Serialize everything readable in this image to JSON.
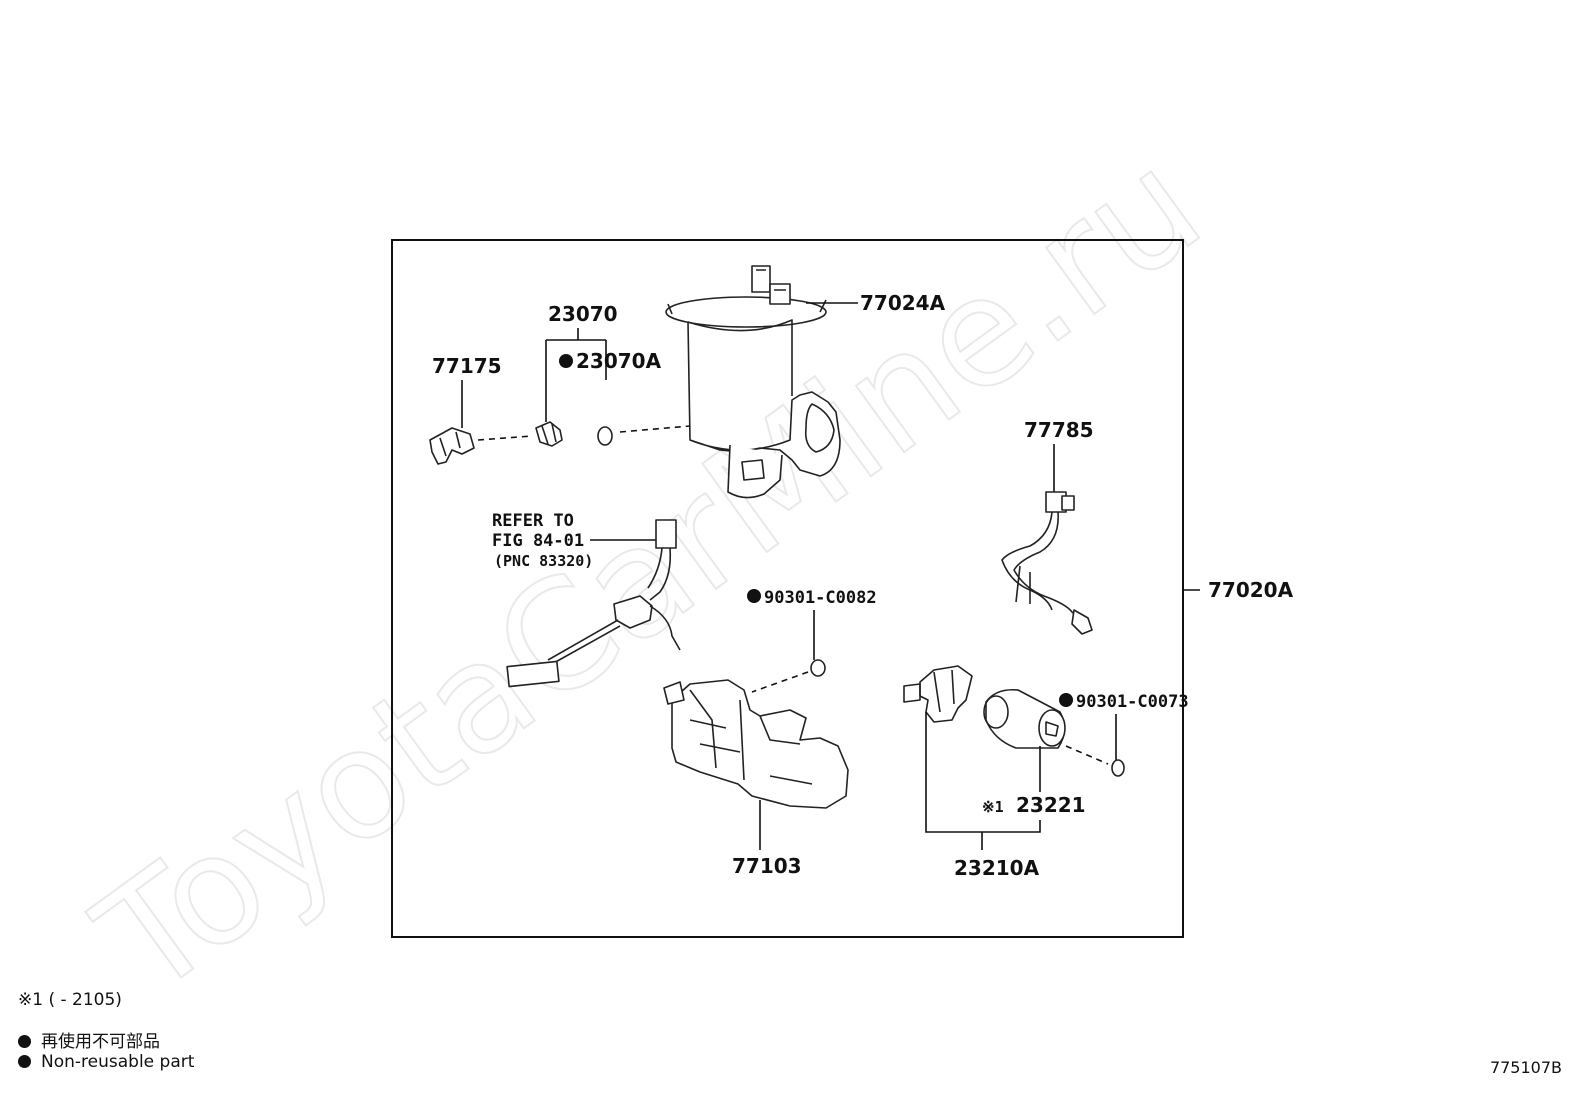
{
  "watermark": "ToyotaCarMine.ru",
  "labels": {
    "p77024A": "77024A",
    "p23070": "23070",
    "p23070A": "23070A",
    "p77175": "77175",
    "p77785": "77785",
    "refer_line1": "REFER TO",
    "refer_line2": "FIG 84-01",
    "refer_line3": "(PNC 83320)",
    "p90301_C0082": "90301-C0082",
    "p77020A": "77020A",
    "p90301_C0073": "90301-C0073",
    "p23221_mark": "※1",
    "p23221": "23221",
    "p77103": "77103",
    "p23210A": "23210A"
  },
  "legend": {
    "note": "※1 (        - 2105)",
    "non_reusable_jp": "再使用不可部品",
    "non_reusable_en": "Non-reusable part"
  },
  "figure_code": "775107B"
}
